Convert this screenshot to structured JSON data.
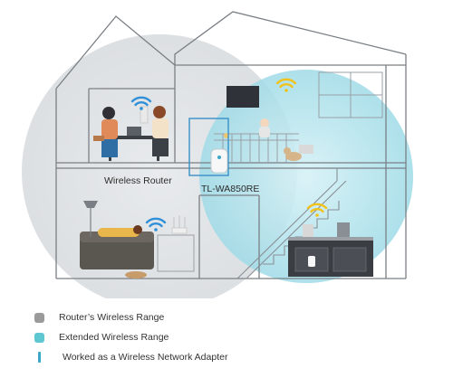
{
  "labels": {
    "router": "Wireless Router",
    "extender": "TL-WA850RE"
  },
  "legend": [
    {
      "kind": "square",
      "color": "#9a9a9a",
      "text": "Router’s Wireless Range"
    },
    {
      "kind": "square",
      "color": "#5ec7d1",
      "text": "Extended Wireless Range"
    },
    {
      "kind": "bar",
      "color": "#3aa6c8",
      "text": "Worked as a Wireless Network Adapter"
    }
  ],
  "colors": {
    "router_range": "#d9dde0",
    "extended_range": "#bfe7ef",
    "wifi_blue": "#2f8fd8",
    "wifi_yellow": "#f2c21a",
    "house_line": "#7a7f85",
    "extender_frame": "#3a8fc9"
  },
  "icons": [
    "wifi-blue-icon",
    "wifi-yellow-icon"
  ]
}
